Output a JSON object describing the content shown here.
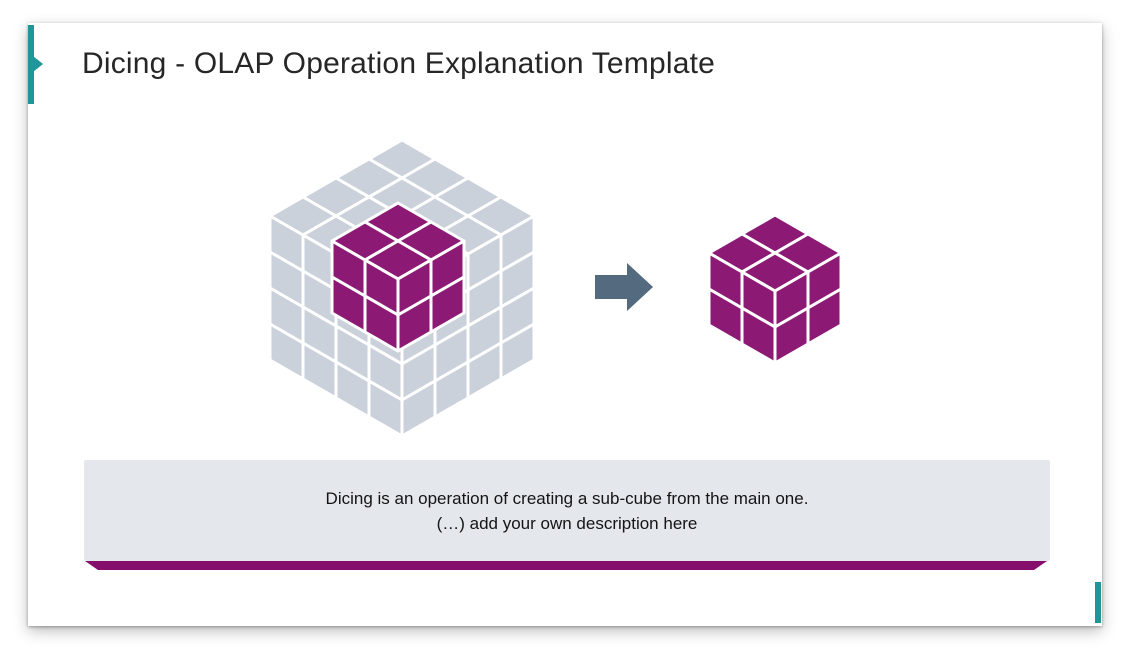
{
  "slide": {
    "title": "Dicing - OLAP Operation Explanation Template",
    "description": {
      "line1": "Dicing is an operation of creating a sub-cube from the main one.",
      "line2": "(…) add your own description here"
    }
  },
  "diagram": {
    "main_cube_label": "main-olap-cube-4x4x4",
    "sub_cube_label": "diced-sub-cube-2x2x2",
    "result_cube_label": "result-cube-2x2x2",
    "arrow_label": "transform-right-arrow"
  },
  "colors": {
    "accent_teal": "#20969A",
    "cube_gray": "#CAD1DA",
    "cube_magenta": "#8C1A74",
    "divider_magenta": "#850E6C",
    "arrow_gray": "#546A7E",
    "textbox_bg": "#E4E7EB",
    "title_text": "#262626",
    "body_text": "#141414",
    "slide_bg": "#FFFFFF",
    "page_bg": "#FFFFFF"
  }
}
